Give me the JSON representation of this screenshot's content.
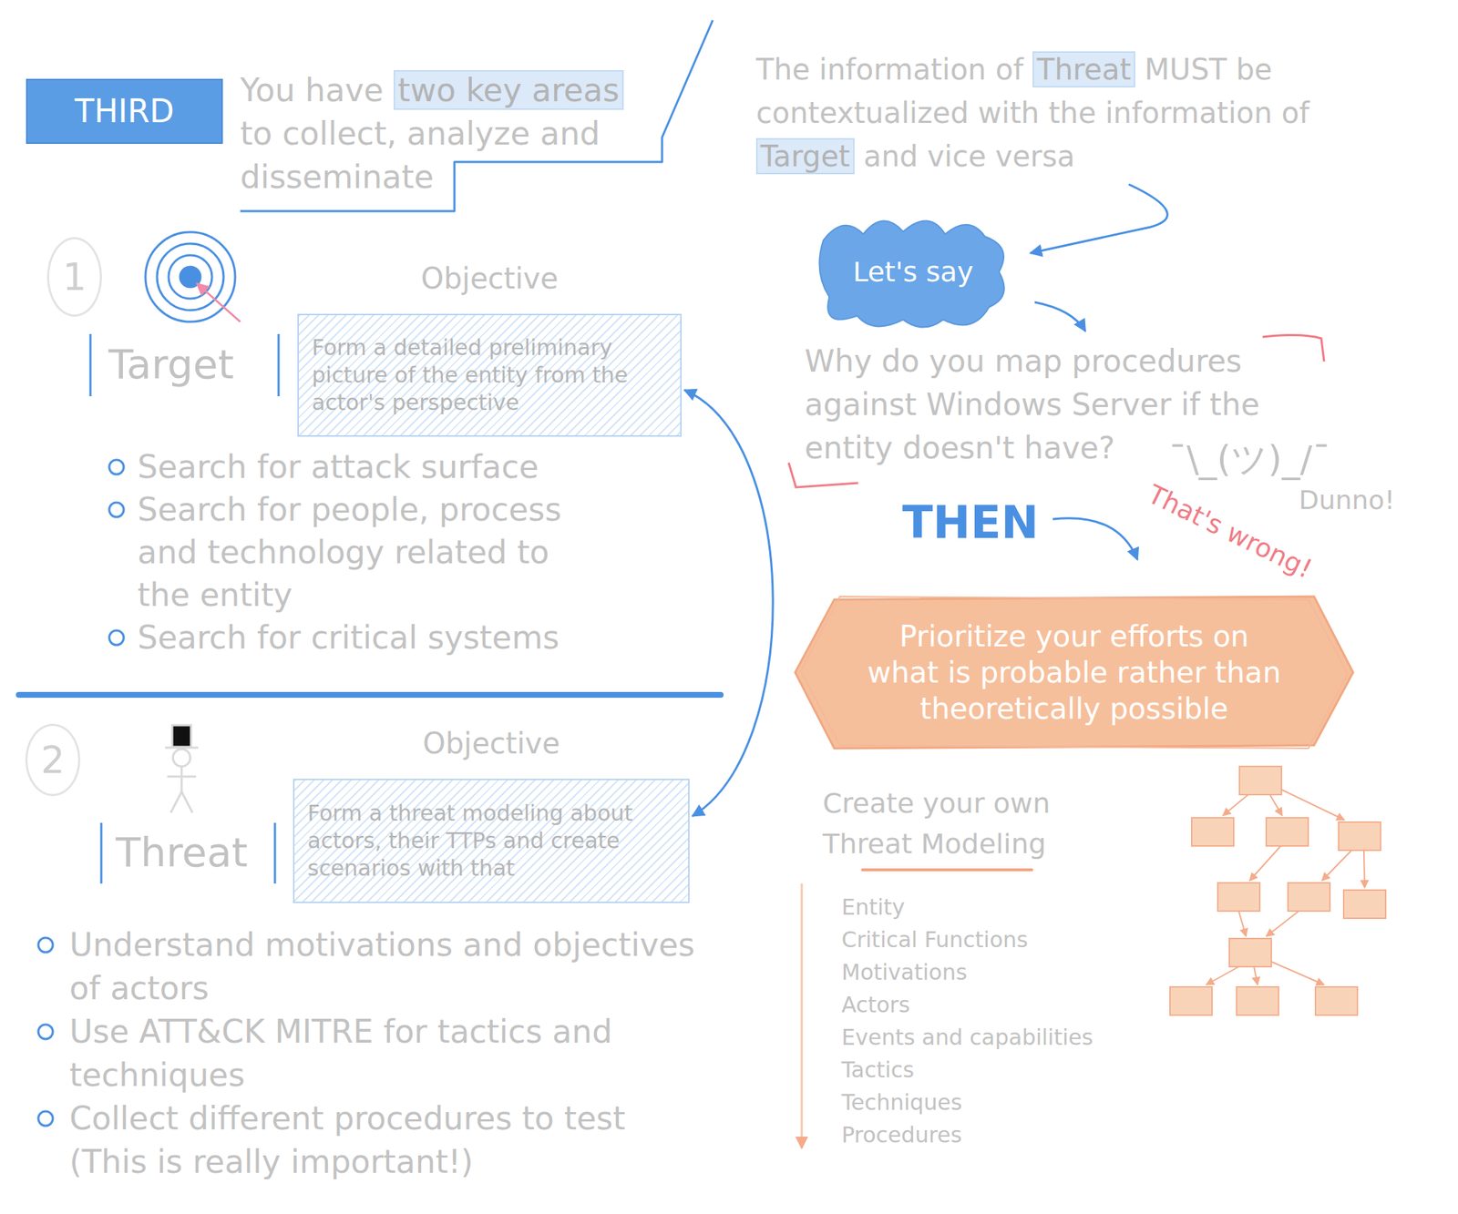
{
  "diagram": {
    "nodes": [
      {
        "text": [
          "THIRD"
        ]
      },
      {
        "text": [
          "Let's say"
        ]
      },
      {
        "text": [
          "1"
        ]
      },
      {
        "text": [
          "Objective",
          "Form a detailed preliminary picture of the entity from the actor's perspective"
        ]
      },
      {
        "text": [
          "Prioritize your efforts on what is probable rather than theoretically possible"
        ]
      },
      {
        "text": [
          "2"
        ]
      },
      {
        "text": [
          "Objective",
          "Form a threat modeling about actors, their TTPs and create scenarios with that"
        ]
      }
    ],
    "edges": [
      {
        "from": 3,
        "to": 6,
        "arrow": "both"
      }
    ],
    "labels": [
      "You have",
      "two key areas",
      "to collect, analyze and disseminate",
      "The information of",
      "Threat",
      "MUST be contextualized with the information of",
      "Target",
      "and vice versa",
      "Target",
      "Search for attack surface",
      "Search for people, process and technology related to the entity",
      "Search for critical systems",
      "Why do you map procedures against Windows Server if the entity doesn't have?",
      "¯\\_(ツ)_/¯",
      "Dunno!",
      "That's wrong!",
      "THEN",
      "Threat",
      "Understand motivations and objectives of actors",
      "Use ATT&CK MITRE for tactics and techniques",
      "Collect different procedures to test (This is really important!)",
      "Create your own Threat Modeling",
      "Entity",
      "Critical Functions",
      "Motivations",
      "Actors",
      "Events and capabilities",
      "Tactics",
      "Techniques",
      "Procedures"
    ]
  }
}
